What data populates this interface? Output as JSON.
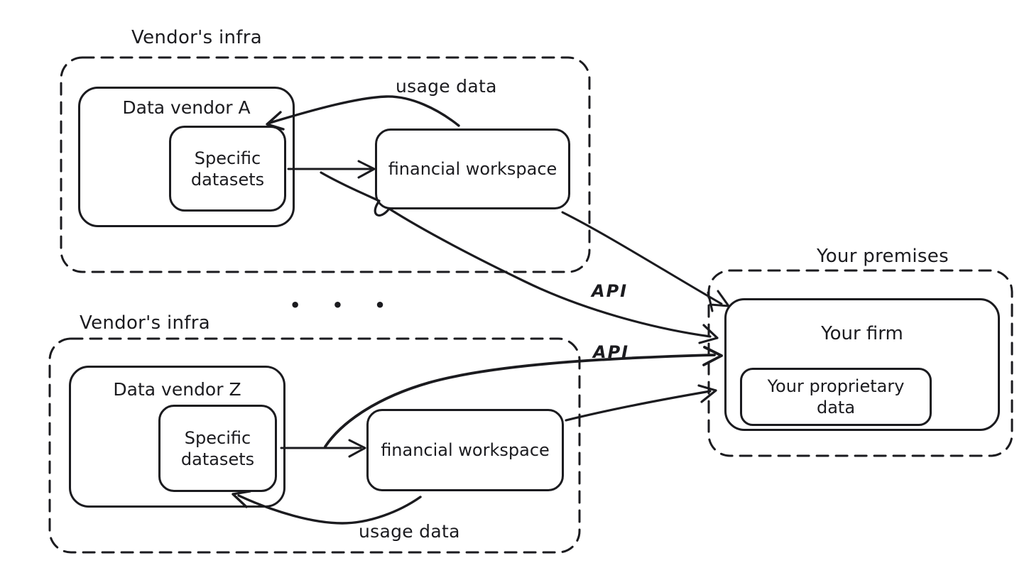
{
  "colors": {
    "ink": "#1b1b1f",
    "canvas_bg": "#ffffff"
  },
  "vendor_a": {
    "section_label": "Vendor's infra",
    "vendor_label": "Data vendor A",
    "datasets_label": "Specific datasets",
    "workspace_label": "financial workspace",
    "usage_data_label": "usage data",
    "api_label": "API"
  },
  "vendor_z": {
    "section_label": "Vendor's infra",
    "vendor_label": "Data vendor Z",
    "datasets_label": "Specific datasets",
    "workspace_label": "financial workspace",
    "usage_data_label": "usage data",
    "api_label": "API"
  },
  "premises": {
    "section_label": "Your premises",
    "firm_label": "Your firm",
    "proprietary_label": "Your proprietary data"
  },
  "ellipsis": "•  •  •"
}
